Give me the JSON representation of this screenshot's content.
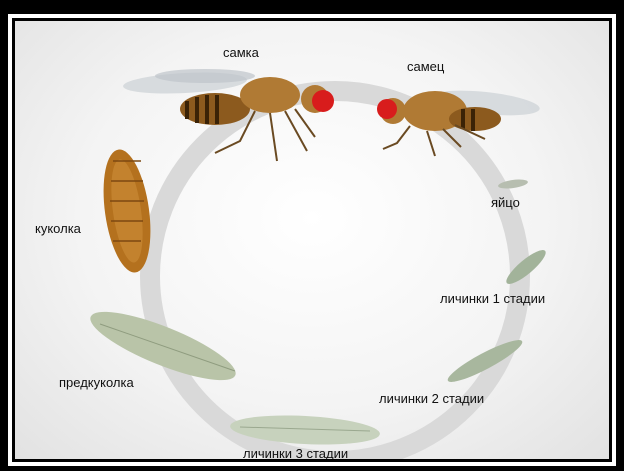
{
  "labels": {
    "female": "самка",
    "male": "самец",
    "egg": "яйцо",
    "larva1": "личинки 1 стадии",
    "larva2": "личинки 2 стадии",
    "larva3": "личинки 3 стадии",
    "prepupa": "предкуколка",
    "pupa": "куколка"
  },
  "colors": {
    "cycle_ring": "#d8d8d8",
    "fly_body": "#a0702a",
    "fly_eye": "#d81c1c",
    "larva": "#b9c4a8",
    "pupa": "#b4711e"
  }
}
